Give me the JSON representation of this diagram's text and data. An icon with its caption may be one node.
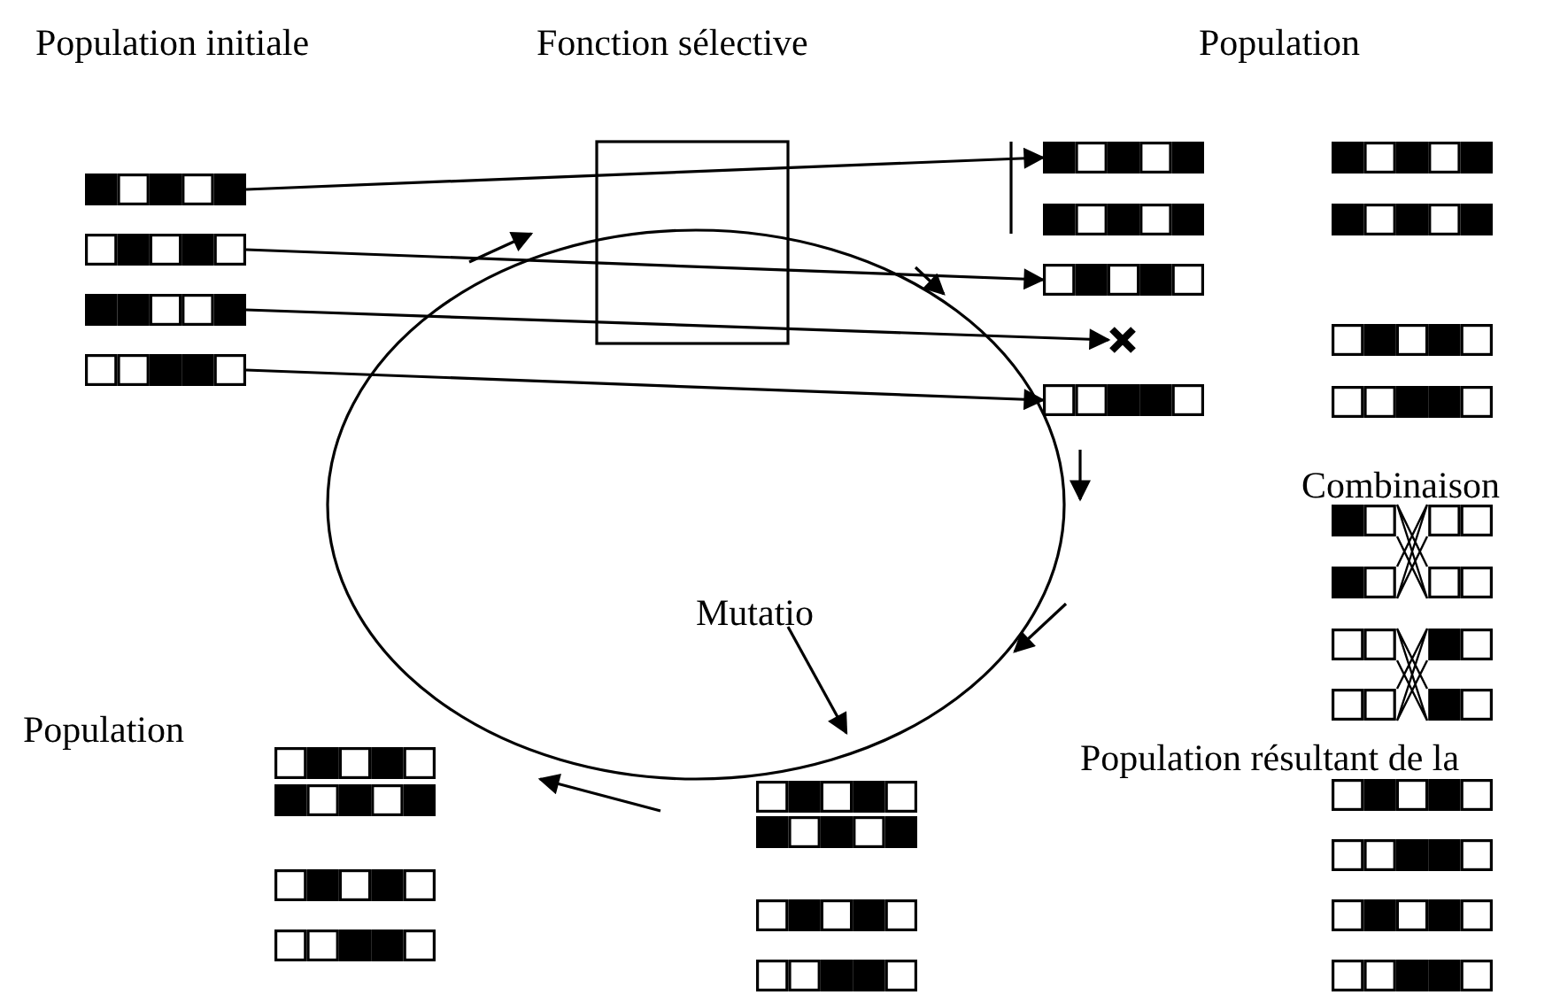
{
  "diagram": {
    "nodes": [
      {
        "text": [],
        "shape": "bar"
      },
      {
        "text": [],
        "shape": "bar"
      },
      {
        "text": [],
        "shape": "bar"
      },
      {
        "text": [],
        "shape": "bar"
      },
      {
        "text": [],
        "shape": "bar"
      },
      {
        "text": [],
        "shape": "bar"
      },
      {
        "text": [],
        "shape": "bar"
      },
      {
        "text": [],
        "shape": "bar"
      },
      {
        "text": [],
        "shape": "cross"
      },
      {
        "text": [],
        "shape": "bar"
      },
      {
        "text": [],
        "shape": "bar"
      },
      {
        "text": [],
        "shape": "bar"
      },
      {
        "text": [],
        "shape": "bar"
      },
      {
        "text": [],
        "shape": "bar"
      },
      {
        "text": [],
        "shape": "bar"
      },
      {
        "text": [],
        "shape": "bar"
      },
      {
        "text": [],
        "shape": "bar"
      },
      {
        "text": [],
        "shape": "bar"
      },
      {
        "text": [],
        "shape": "bar"
      },
      {
        "text": [],
        "shape": "bar"
      },
      {
        "text": [],
        "shape": "bar"
      },
      {
        "text": [],
        "shape": "bar"
      },
      {
        "text": [],
        "shape": "bar"
      },
      {
        "text": [],
        "shape": "bar"
      },
      {
        "text": [],
        "shape": "bar"
      },
      {
        "text": [],
        "shape": "bar"
      },
      {
        "text": [],
        "shape": "bar"
      },
      {
        "text": [],
        "shape": "bar"
      },
      {
        "text": [],
        "shape": "bar"
      },
      {
        "text": [
          "Mutatio"
        ]
      }
    ],
    "edges": [
      {
        "from": 0,
        "to": 4,
        "arrow": "to"
      },
      {
        "from": 1,
        "to": 6,
        "arrow": "to"
      },
      {
        "from": 2,
        "to": 8,
        "arrow": "to"
      },
      {
        "from": 3,
        "to": 7,
        "arrow": "to"
      },
      {
        "from": 29,
        "to": null,
        "arrow": "to"
      },
      {
        "from": 13,
        "to": 14,
        "arrow": "none"
      },
      {
        "from": 15,
        "to": 16,
        "arrow": "none"
      }
    ],
    "labels": [
      "Population initiale",
      "Fonction sélective",
      "Population",
      "Combinaison",
      "Population",
      "Population résultant de la"
    ]
  }
}
